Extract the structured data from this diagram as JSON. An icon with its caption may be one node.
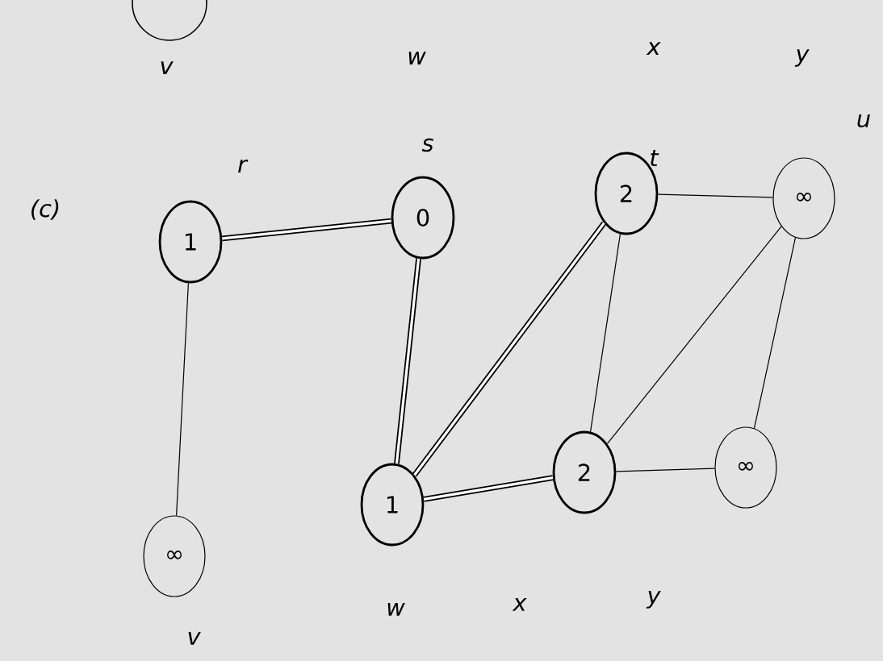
{
  "diagram": {
    "nodes": [
      {
        "text": [],
        "shape": "circle"
      },
      {
        "text": [
          "1"
        ],
        "beside": [
          "r"
        ]
      },
      {
        "text": [
          "0"
        ],
        "beside": [
          "s"
        ]
      },
      {
        "text": [
          "2"
        ],
        "beside": [
          "t"
        ]
      },
      {
        "text": [
          "∞"
        ],
        "beside": [
          "u"
        ]
      },
      {
        "text": [
          "∞"
        ]
      },
      {
        "text": [
          "1"
        ]
      },
      {
        "text": [
          "2"
        ]
      },
      {
        "text": [
          "∞"
        ]
      }
    ],
    "edges": [
      {
        "from": 1,
        "to": 2,
        "arrow": "none",
        "style": "thick"
      },
      {
        "from": 1,
        "to": 5,
        "arrow": "none"
      },
      {
        "from": 2,
        "to": 6,
        "arrow": "none",
        "style": "thick"
      },
      {
        "from": 6,
        "to": 3,
        "arrow": "none",
        "style": "thick"
      },
      {
        "from": 6,
        "to": 7,
        "arrow": "none",
        "style": "thick"
      },
      {
        "from": 3,
        "to": 7,
        "arrow": "none"
      },
      {
        "from": 3,
        "to": 4,
        "arrow": "none"
      },
      {
        "from": 7,
        "to": 4,
        "arrow": "none"
      },
      {
        "from": 7,
        "to": 8,
        "arrow": "none"
      },
      {
        "from": 4,
        "to": 8,
        "arrow": "none"
      }
    ],
    "labels": [
      "v",
      "w",
      "x",
      "y",
      "(c)",
      "v",
      "w",
      "x",
      "y"
    ]
  }
}
